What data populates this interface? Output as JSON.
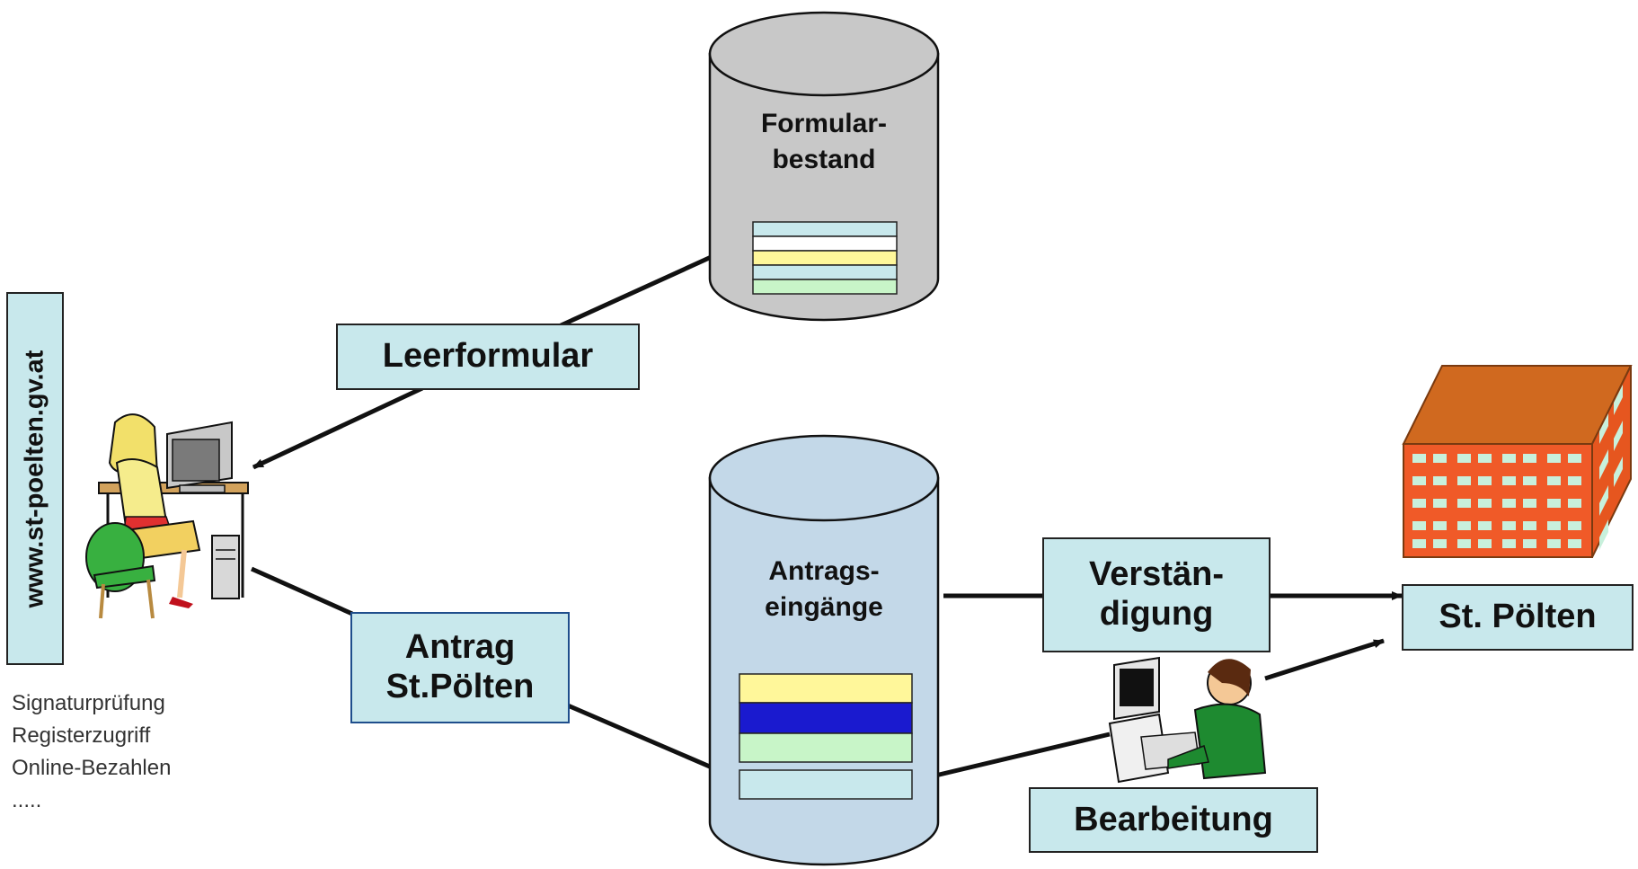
{
  "portal": {
    "url": "www.st-poelten.gv.at"
  },
  "features": [
    "Signaturprüfung",
    "Registerzugriff",
    "Online-Bezahlen",
    "....."
  ],
  "databases": {
    "form_store": {
      "line1": "Formular-",
      "line2": "bestand"
    },
    "inbox": {
      "line1": "Antrags-",
      "line2": "eingänge"
    }
  },
  "labels": {
    "blank_form": "Leerformular",
    "application_l1": "Antrag",
    "application_l2": "St.Pölten",
    "notification_l1": "Verstän-",
    "notification_l2": "digung",
    "city": "St. Pölten",
    "processing": "Bearbeitung"
  },
  "colors": {
    "box_fill": "#c8e8ec",
    "cylinder_grey": "#c8c8c8",
    "cylinder_blue": "#c3d8e8",
    "building_orange": "#f05a28",
    "building_roof": "#d0691f"
  }
}
